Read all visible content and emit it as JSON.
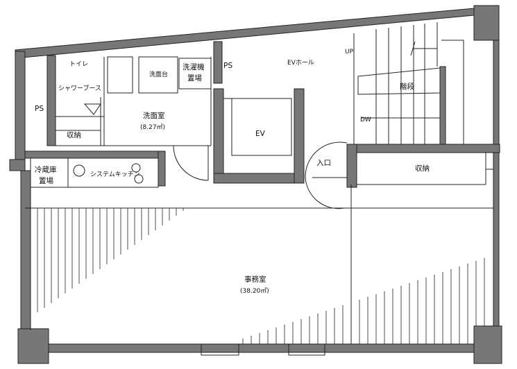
{
  "plan": {
    "colors": {
      "wall_fill": "#777777",
      "wall_stroke": "#222222",
      "line": "#222222",
      "background": "#ffffff"
    },
    "rooms": {
      "ps_left": "PS",
      "shower_booth": "シャワーブース",
      "toilet_icon": "トイレ",
      "sink_icon": "洗面台",
      "washer_l1": "洗濯機",
      "washer_l2": "置場",
      "ps_mid": "PS",
      "ev_hall": "EVホール",
      "up": "UP",
      "stairs": "階段",
      "dw": "DW",
      "washroom": "洗面室",
      "washroom_area": "(8.27㎡)",
      "storage_left": "収納",
      "ev": "EV",
      "entrance": "入口",
      "storage_right": "収納",
      "fridge_l1": "冷蔵庫",
      "fridge_l2": "置場",
      "kitchen": "システムキッチン",
      "office": "事務室",
      "office_area": "(38.20㎡)"
    }
  }
}
